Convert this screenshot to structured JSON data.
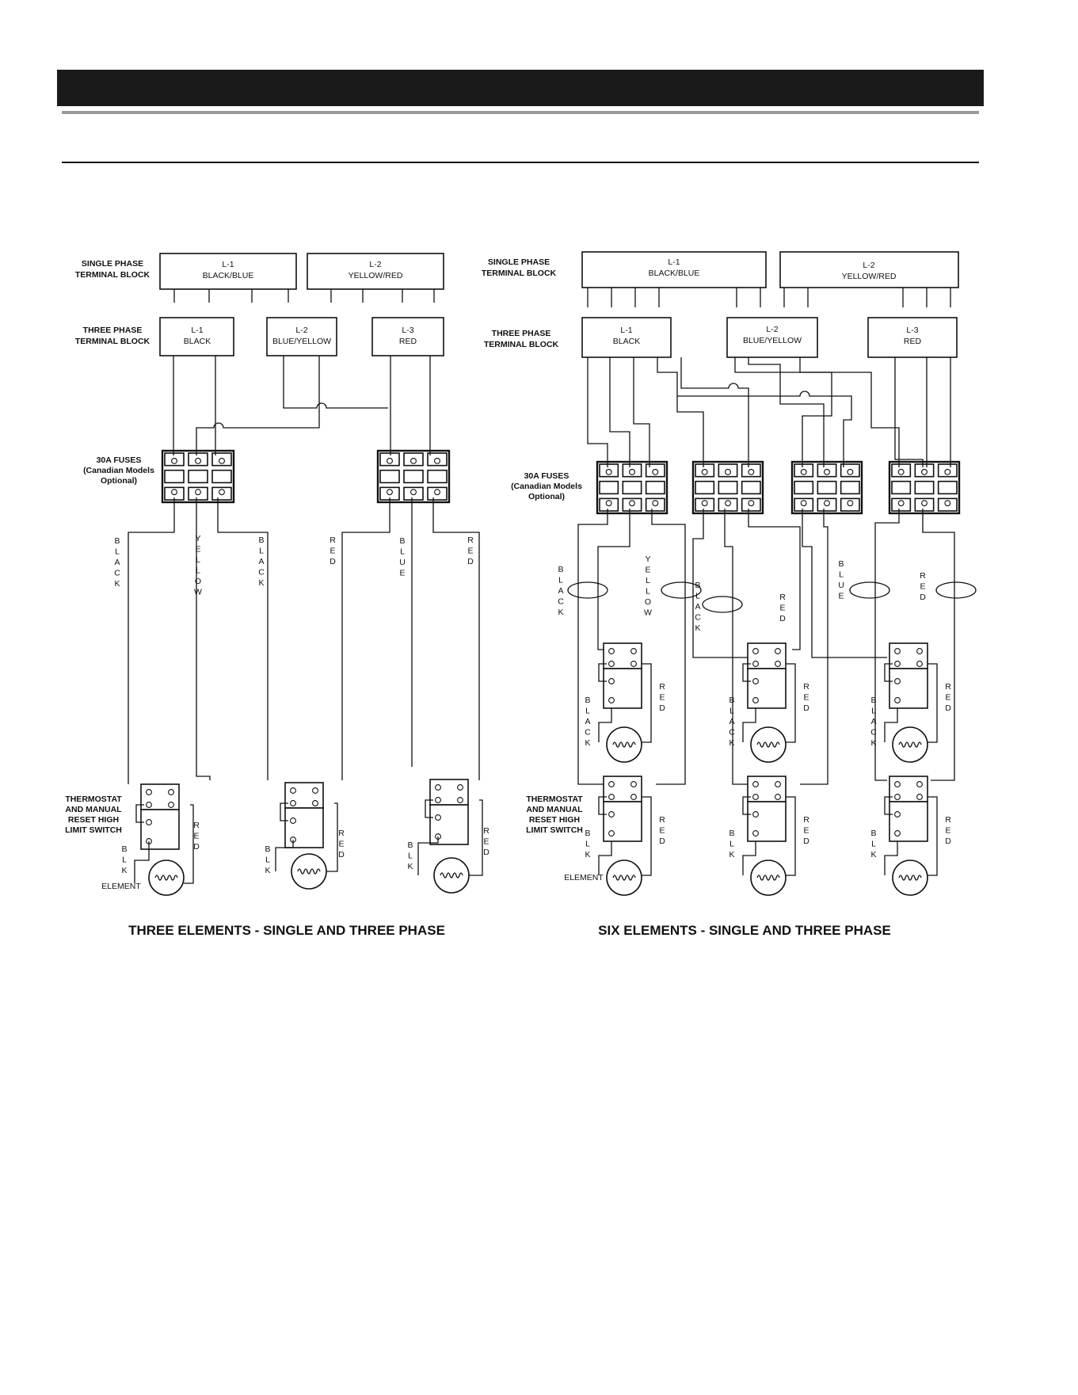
{
  "labels": {
    "single_phase_1": "SINGLE PHASE",
    "single_phase_2": "TERMINAL BLOCK",
    "three_phase_1": "THREE PHASE",
    "three_phase_2": "TERMINAL BLOCK",
    "fuses_1": "30A FUSES",
    "fuses_2": "(Canadian Models",
    "fuses_3": "Optional)",
    "thermostat_1": "THERMOSTAT",
    "thermostat_2": "AND MANUAL",
    "thermostat_3": "RESET HIGH",
    "thermostat_4": "LIMIT SWITCH",
    "element": "ELEMENT"
  },
  "terminals": {
    "l1": "L-1",
    "l2": "L-2",
    "l3": "L-3",
    "black_blue": "BLACK/BLUE",
    "yellow_red": "YELLOW/RED",
    "black": "BLACK",
    "blue_yellow": "BLUE/YELLOW",
    "red": "RED"
  },
  "wires": {
    "black": "BLACK",
    "yellow": "YELLOW",
    "red": "RED",
    "blue": "BLUE",
    "blk": "BLK"
  },
  "captions": {
    "left": "THREE ELEMENTS - SINGLE AND THREE PHASE",
    "right": "SIX ELEMENTS - SINGLE AND THREE PHASE"
  }
}
